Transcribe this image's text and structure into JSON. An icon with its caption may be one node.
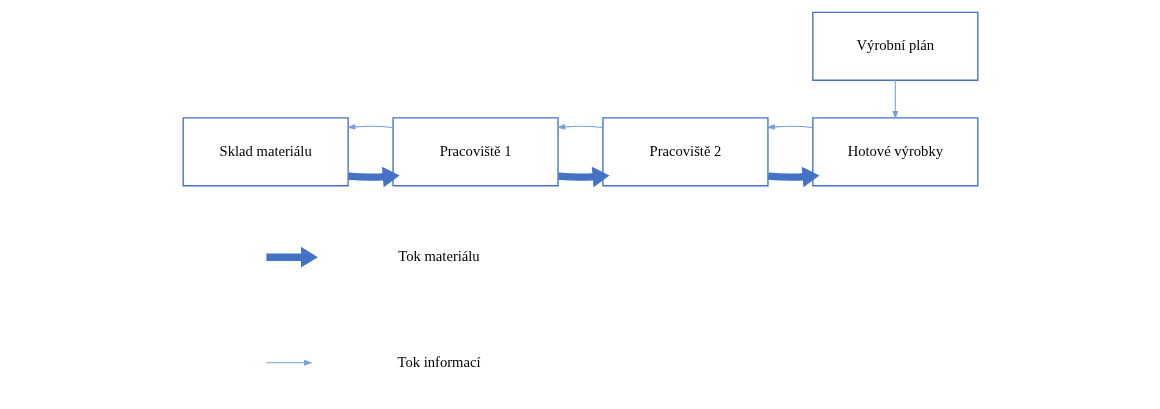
{
  "diagram": {
    "nodes": [
      {
        "text": [
          "Sklad materiálu"
        ]
      },
      {
        "text": [
          "Pracoviště 1"
        ]
      },
      {
        "text": [
          "Pracoviště 2"
        ]
      },
      {
        "text": [
          "Hotové výrobky"
        ]
      },
      {
        "text": [
          "Výrobní plán"
        ]
      }
    ],
    "edges": [
      {
        "from": 0,
        "to": 1,
        "arrow": "to",
        "style": "thick",
        "color": "#4472c4"
      },
      {
        "from": 1,
        "to": 2,
        "arrow": "to",
        "style": "thick",
        "color": "#4472c4"
      },
      {
        "from": 2,
        "to": 3,
        "arrow": "to",
        "style": "thick",
        "color": "#4472c4"
      },
      {
        "from": 2,
        "to": 1,
        "arrow": "to"
      },
      {
        "from": 1,
        "to": 0,
        "arrow": "to"
      },
      {
        "from": 3,
        "to": 2,
        "arrow": "to"
      },
      {
        "from": 4,
        "to": 3,
        "arrow": "to"
      }
    ],
    "legend": [
      {
        "text": "Tok materiálu"
      },
      {
        "text": "Tok informací"
      }
    ]
  }
}
